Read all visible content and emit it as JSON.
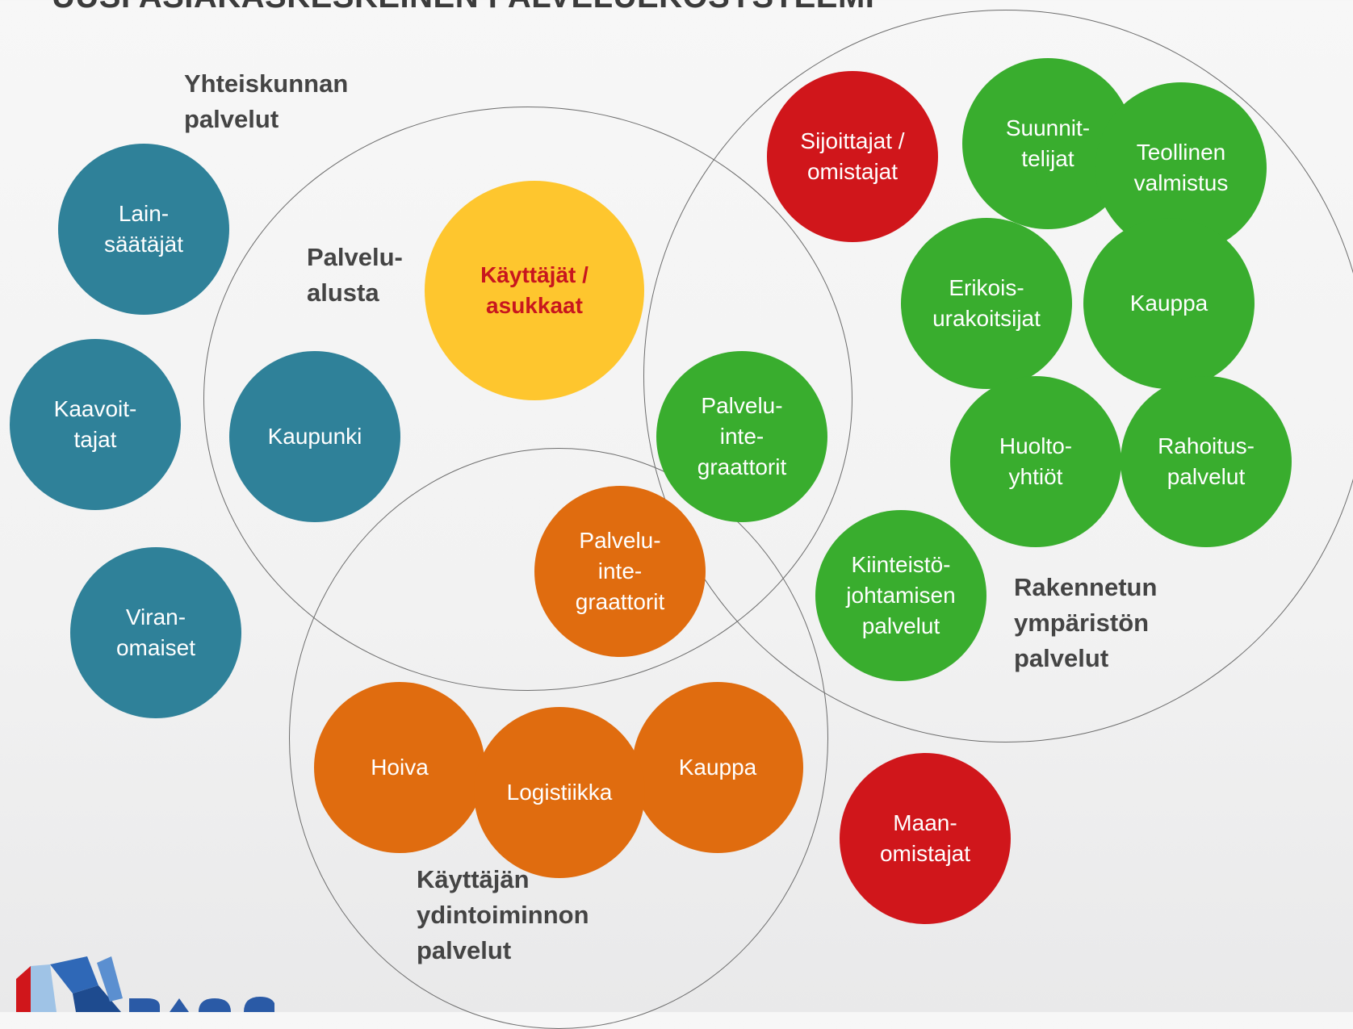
{
  "title": "UUSI ASIAKASKESKEINEN PALVELUEKOSYSTEEMI",
  "group_labels": {
    "yhteiskunta": "Yhteiskunnan\npalvelut",
    "palvelualusta": "Palvelu-\nalusta",
    "rakennettu": "Rakennetun\nympäristön\npalvelut",
    "ydintoiminta": "Käyttäjän\nydintoiminnon\npalvelut"
  },
  "bubbles": {
    "lainsaatajat": "Lain-\nsäätäjät",
    "kaavoittajat": "Kaavoit-\ntajat",
    "viranomaiset": "Viran-\nomaiset",
    "kaupunki": "Kaupunki",
    "kayttajat": "Käyttäjät /\nasukkaat",
    "sijoittajat": "Sijoittajat /\nomistajat",
    "suunnittelijat": "Suunnit-\ntelijat",
    "teollinen": "Teollinen\nvalmistus",
    "erikoisurakoitsijat": "Erikois-\nurakoitsijat",
    "kauppa_green": "Kauppa",
    "huoltoyhtiot": "Huolto-\nyhtiöt",
    "rahoituspalvelut": "Rahoitus-\npalvelut",
    "palveluintegraattorit_green": "Palvelu-\ninte-\ngraattorit",
    "palveluintegraattorit_orange": "Palvelu-\ninte-\ngraattorit",
    "kiinteistojohtaminen": "Kiinteistö-\njohtamisen\npalvelut",
    "hoiva": "Hoiva",
    "logistiikka": "Logistiikka",
    "kauppa_orange": "Kauppa",
    "maanomistajat": "Maan-\nomistajat"
  },
  "colors": {
    "teal": "#2f8199",
    "green": "#39ad2e",
    "red": "#d0161b",
    "orange": "#e06c0f",
    "yellow": "#fec62e",
    "highlight_text": "#c8161e"
  }
}
